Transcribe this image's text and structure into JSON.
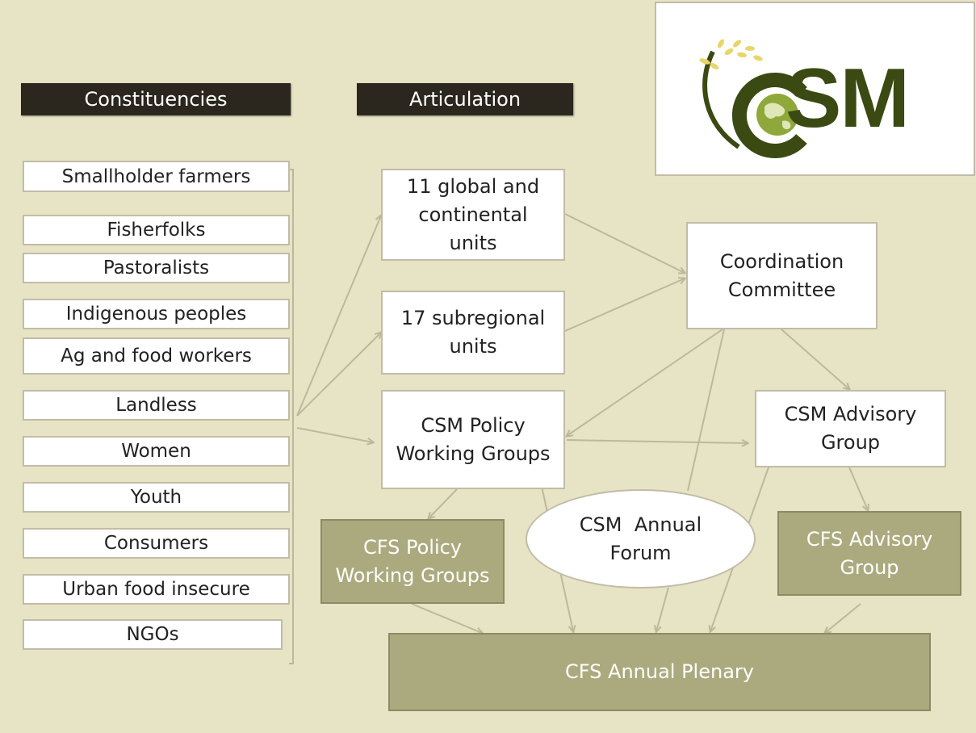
{
  "headers": {
    "constituencies": "Constituencies",
    "articulation": "Articulation"
  },
  "constituencies": [
    "Smallholder farmers",
    "Fisherfolks",
    "Pastoralists",
    "Indigenous peoples",
    "Ag and food workers",
    "Landless",
    "Women",
    "Youth",
    "Consumers",
    "Urban food insecure",
    "NGOs"
  ],
  "nodes": {
    "global_units": {
      "line1": "11 global and",
      "line2": "continental",
      "line3": "units"
    },
    "subregional_units": {
      "line1": "17 subregional",
      "line2": "units"
    },
    "policy_wg": {
      "line1": "CSM Policy",
      "line2": "Working Groups"
    },
    "coordination": {
      "line1": "Coordination",
      "line2": "Committee"
    },
    "advisory": {
      "line1": "CSM Advisory",
      "line2": "Group"
    },
    "annual_forum": {
      "line1": "CSM  Annual",
      "line2": "Forum"
    },
    "cfs_policy_wg": {
      "line1": "CFS Policy",
      "line2": "Working Groups"
    },
    "cfs_advisory": {
      "line1": "CFS Advisory",
      "line2": "Group"
    },
    "cfs_plenary": "CFS Annual Plenary"
  },
  "logo": {
    "text": "SM",
    "icon": "wheat-globe-icon"
  },
  "colors": {
    "background": "#e6e4c4",
    "header": "#2b271e",
    "arrow": "#bdb89c",
    "cfs_box": "#abaa7e",
    "logo_green": "#3a4a12"
  }
}
